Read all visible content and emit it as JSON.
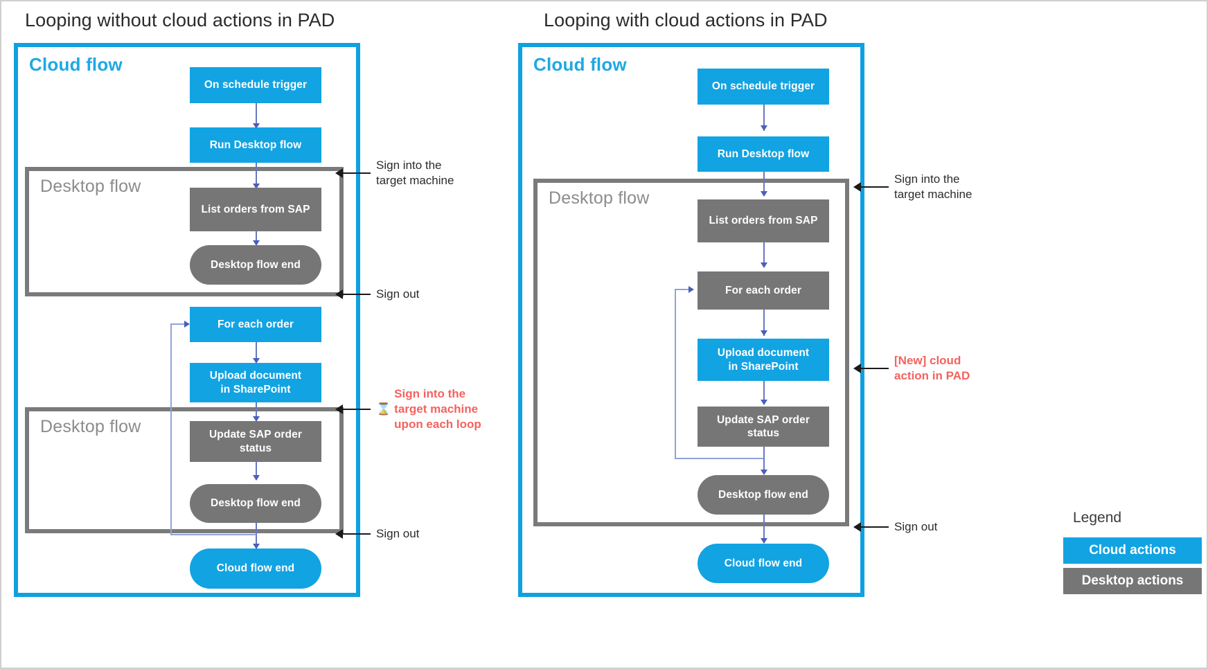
{
  "page": {
    "background": "#ffffff",
    "colors": {
      "cloud_blue": "#12A3E2",
      "cloud_border_blue": "#0FA1E0",
      "cloud_label_blue": "#1FA8E4",
      "desktop_gray": "#767676",
      "desktop_border_gray": "#7A7A7A",
      "annotation_black": "#2b2b2b",
      "annotation_red": "#F4625E",
      "arrow_blue": "#4A5FB8"
    }
  },
  "panels": [
    {
      "id": "left",
      "title": "Looping without cloud actions in PAD",
      "cloud_flow_label": "Cloud flow",
      "nodes": [
        {
          "id": "l-trigger",
          "label": "On schedule trigger",
          "type": "cloud",
          "shape": "rect"
        },
        {
          "id": "l-run",
          "label": "Run Desktop flow",
          "type": "cloud",
          "shape": "rect"
        },
        {
          "id": "l-list",
          "label": "List orders from SAP",
          "type": "desktop",
          "shape": "rect"
        },
        {
          "id": "l-dfend1",
          "label": "Desktop flow end",
          "type": "desktop",
          "shape": "pill"
        },
        {
          "id": "l-foreach",
          "label": "For each order",
          "type": "cloud",
          "shape": "rect"
        },
        {
          "id": "l-upload",
          "label": "Upload document\nin SharePoint",
          "type": "cloud",
          "shape": "rect"
        },
        {
          "id": "l-update",
          "label": "Update SAP order\nstatus",
          "type": "desktop",
          "shape": "rect"
        },
        {
          "id": "l-dfend2",
          "label": "Desktop flow end",
          "type": "desktop",
          "shape": "pill"
        },
        {
          "id": "l-cfend",
          "label": "Cloud flow end",
          "type": "cloud",
          "shape": "pill"
        }
      ],
      "desktop_flow_groups": [
        {
          "id": "l-df1",
          "label": "Desktop flow"
        },
        {
          "id": "l-df2",
          "label": "Desktop flow"
        }
      ],
      "callouts": [
        {
          "id": "l-c1",
          "text": "Sign into the\ntarget machine",
          "style": "black",
          "icon": ""
        },
        {
          "id": "l-c2",
          "text": "Sign out",
          "style": "black",
          "icon": ""
        },
        {
          "id": "l-c3",
          "text": "Sign into the\ntarget machine\nupon each loop",
          "style": "red",
          "icon": "hourglass-icon",
          "icon_glyph": "⌛"
        },
        {
          "id": "l-c4",
          "text": "Sign out",
          "style": "black",
          "icon": ""
        }
      ]
    },
    {
      "id": "right",
      "title": "Looping with cloud actions in PAD",
      "cloud_flow_label": "Cloud flow",
      "nodes": [
        {
          "id": "r-trigger",
          "label": "On schedule trigger",
          "type": "cloud",
          "shape": "rect"
        },
        {
          "id": "r-run",
          "label": "Run Desktop flow",
          "type": "cloud",
          "shape": "rect"
        },
        {
          "id": "r-list",
          "label": "List orders from SAP",
          "type": "desktop",
          "shape": "rect"
        },
        {
          "id": "r-foreach",
          "label": "For each order",
          "type": "desktop",
          "shape": "rect"
        },
        {
          "id": "r-upload",
          "label": "Upload document\nin SharePoint",
          "type": "cloud",
          "shape": "rect"
        },
        {
          "id": "r-update",
          "label": "Update SAP order\nstatus",
          "type": "desktop",
          "shape": "rect"
        },
        {
          "id": "r-dfend",
          "label": "Desktop flow end",
          "type": "desktop",
          "shape": "pill"
        },
        {
          "id": "r-cfend",
          "label": "Cloud flow end",
          "type": "cloud",
          "shape": "pill"
        }
      ],
      "desktop_flow_groups": [
        {
          "id": "r-df1",
          "label": "Desktop flow"
        }
      ],
      "callouts": [
        {
          "id": "r-c1",
          "text": "Sign into the\ntarget machine",
          "style": "black",
          "icon": ""
        },
        {
          "id": "r-c2",
          "text": "[New] cloud\naction in PAD",
          "style": "red",
          "icon": ""
        },
        {
          "id": "r-c3",
          "text": "Sign out",
          "style": "black",
          "icon": ""
        }
      ]
    }
  ],
  "legend": {
    "title": "Legend",
    "items": [
      {
        "label": "Cloud actions",
        "type": "cloud"
      },
      {
        "label": "Desktop actions",
        "type": "desktop"
      }
    ]
  }
}
